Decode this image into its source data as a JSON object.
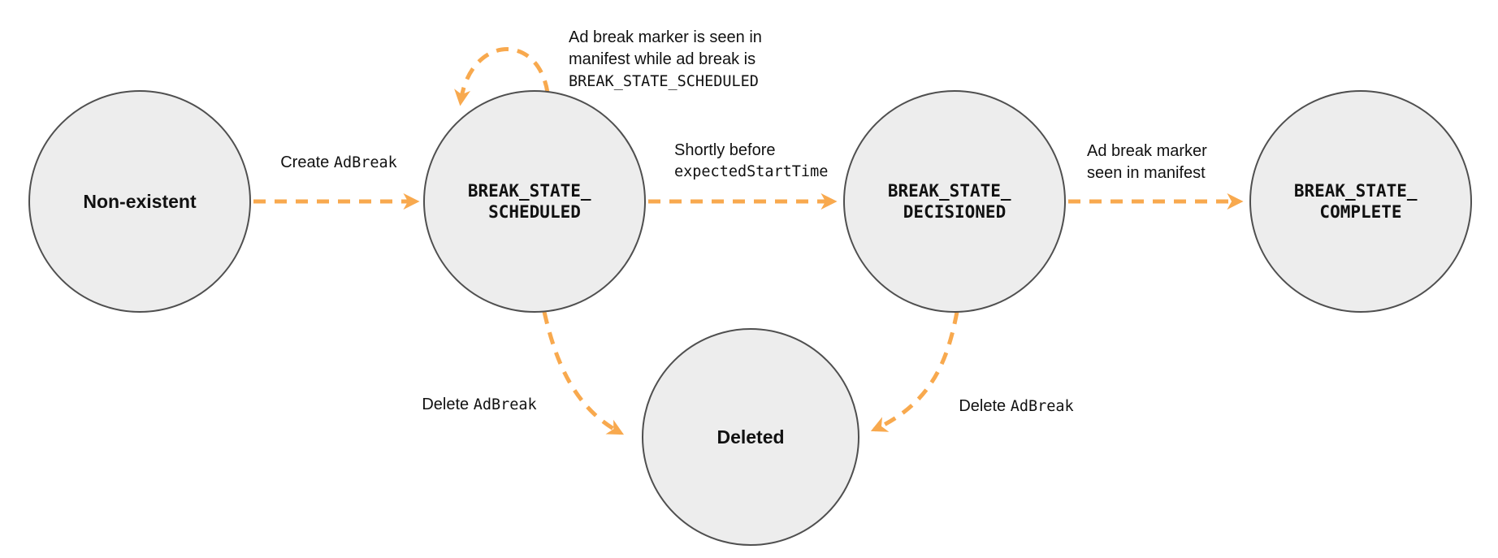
{
  "diagram": {
    "colors": {
      "accent": "#F8A94E",
      "node_fill": "#EDEDED",
      "node_stroke": "#4F4F4F",
      "text": "#111111"
    },
    "states": [
      {
        "id": "non-existent",
        "label": "Non-existent"
      },
      {
        "id": "break-state-scheduled",
        "line1": "BREAK_STATE_",
        "line2": "SCHEDULED"
      },
      {
        "id": "break-state-decisioned",
        "line1": "BREAK_STATE_",
        "line2": "DECISIONED"
      },
      {
        "id": "break-state-complete",
        "line1": "BREAK_STATE_",
        "line2": "COMPLETE"
      },
      {
        "id": "deleted",
        "label": "Deleted"
      }
    ],
    "transitions": {
      "create": {
        "plain": "Create ",
        "code": "AdBreak"
      },
      "self_loop": {
        "line1": "Ad break marker is seen in",
        "line2": "manifest while ad break is",
        "code_line": "BREAK_STATE_SCHEDULED"
      },
      "shortly_before": {
        "line1": "Shortly before",
        "code_line": "expectedStartTime"
      },
      "marker_seen": {
        "line1": "Ad break marker",
        "line2": "seen in manifest"
      },
      "delete_left": {
        "plain": "Delete ",
        "code": "AdBreak"
      },
      "delete_right": {
        "plain": "Delete ",
        "code": "AdBreak"
      }
    }
  }
}
